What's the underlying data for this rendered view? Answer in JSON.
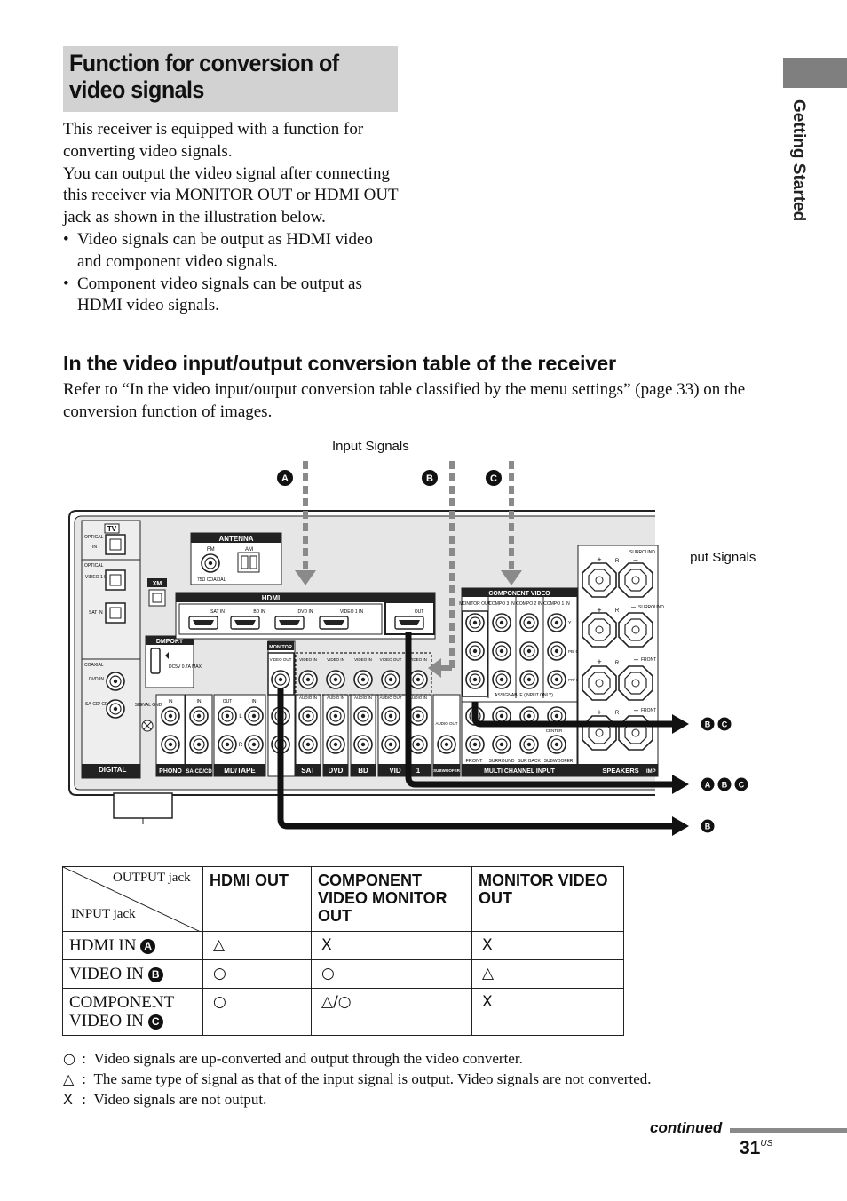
{
  "section_title": "Function for conversion of video signals",
  "side_tab": "Getting Started",
  "intro": {
    "p1": "This receiver is equipped with a function for converting video signals.",
    "p2": "You can output the video signal after connecting this receiver via MONITOR OUT or HDMI OUT jack as shown in the illustration below.",
    "bullets": [
      "Video signals can be output as HDMI video and component video signals.",
      "Component video signals can be output as HDMI video signals."
    ]
  },
  "subheading": "In the video input/output conversion table of the receiver",
  "refer_text": "Refer to “In the video input/output conversion table classified by the menu settings” (page 33) on the conversion function of images.",
  "diagram": {
    "input_signals_label": "Input Signals",
    "output_signals_label": "Output Signals",
    "markers": [
      "A",
      "B",
      "C"
    ],
    "output_rows": [
      {
        "badges": [
          "B",
          "C"
        ]
      },
      {
        "badges": [
          "A",
          "B",
          "C"
        ]
      },
      {
        "badges": [
          "B"
        ]
      }
    ],
    "panel": {
      "tv": "TV",
      "optical": "OPTICAL",
      "in": "IN",
      "video1_in": "VIDEO 1 IN",
      "sat_in": "SAT IN",
      "coaxial": "COAXIAL",
      "dvd_in": "DVD IN",
      "sacd_in": "SA-CD/ CD IN",
      "xm": "XM",
      "dmport": "DMPORT",
      "dmport_spec": "DC5V 0.7A MAX",
      "digital": "DIGITAL",
      "assignable": "ASSIGNABLE",
      "antenna": "ANTENNA",
      "fm": "FM",
      "am": "AM",
      "fm_coaxial": "75Ω COAXIAL",
      "hdmi": "HDMI",
      "hdmi_jacks": [
        "SAT IN",
        "BD IN",
        "DVD IN",
        "VIDEO 1 IN"
      ],
      "hdmi_out": "OUT",
      "monitor": "MONITOR",
      "video_out": "VIDEO OUT",
      "video_in": "VIDEO IN",
      "audio_in": "AUDIO IN",
      "audio_out": "AUDIO OUT",
      "signal_gnd": "SIGNAL GND",
      "bottom_labels": [
        "PHONO",
        "SA-CD/CD",
        "MD/TAPE",
        "SAT",
        "DVD",
        "BD",
        "VID",
        "1"
      ],
      "subwoofer": "SUBWOOFER",
      "component_video": "COMPONENT VIDEO",
      "comp_headers": [
        "MONITOR OUT",
        "COMPO 3 IN",
        "COMPO 2 IN",
        "COMPO 1 IN"
      ],
      "comp_rows": [
        "Y",
        "PB/ CB",
        "PR/ CR"
      ],
      "assignable_input_only": "ASSIGNABLE (INPUT ONLY)",
      "multi_channel_input": "MULTI CHANNEL INPUT",
      "mc_labels": [
        "FRONT",
        "SURROUND",
        "SUR BACK",
        "SUBWOOFER"
      ],
      "center": "CENTER",
      "speakers": "SPEAKERS",
      "imp": "IMP",
      "speaker_labels": [
        "SURROUND",
        "SURROUND",
        "FRONT",
        "FRONT"
      ],
      "plus": "+",
      "minus": "–",
      "r": "R",
      "l": "L"
    }
  },
  "table": {
    "corner_output": "OUTPUT jack",
    "corner_input": "INPUT jack",
    "columns": [
      "HDMI OUT",
      "COMPONENT VIDEO MONITOR OUT",
      "MONITOR VIDEO OUT"
    ],
    "rows": [
      {
        "label": "HDMI IN",
        "badge": "A",
        "cells": [
          "△",
          "X",
          "X"
        ]
      },
      {
        "label": "VIDEO IN",
        "badge": "B",
        "cells": [
          "○",
          "○",
          "△"
        ]
      },
      {
        "label": "COMPONENT VIDEO IN",
        "badge": "C",
        "cells": [
          "○",
          "△/○",
          "X"
        ]
      }
    ]
  },
  "legend": [
    {
      "symbol": "○",
      "text": "Video signals are up-converted and output through the video converter."
    },
    {
      "symbol": "△",
      "text": "The same type of signal as that of the input signal is output. Video signals are not converted."
    },
    {
      "symbol": "X",
      "text": "Video signals are not output."
    }
  ],
  "footer": {
    "continued": "continued",
    "page_number": "31",
    "page_suffix": "US"
  }
}
